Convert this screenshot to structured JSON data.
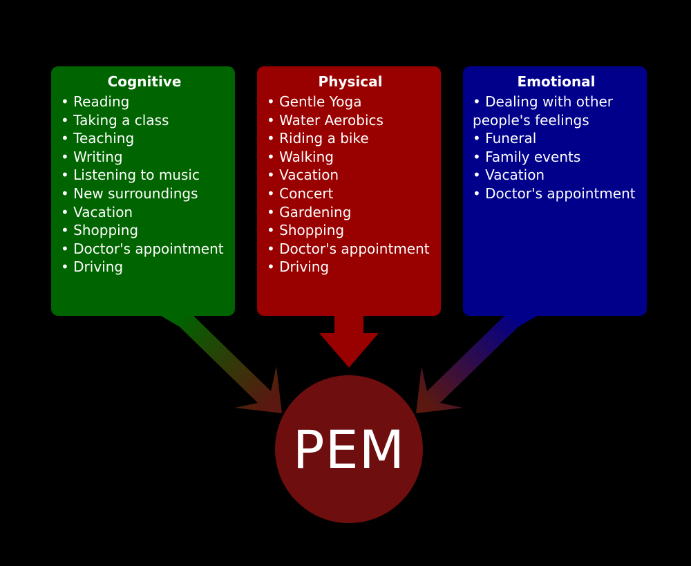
{
  "colors": {
    "background": "#000000",
    "cognitive": "#006400",
    "physical": "#990000",
    "emotional": "#00008b",
    "pem": "#6e0e0e",
    "arrow_end": "#5a1810"
  },
  "boxes": [
    {
      "title": "Cognitive",
      "items": [
        "Reading",
        "Taking a class",
        "Teaching",
        "Writing",
        "Listening to music",
        "New surroundings",
        "Vacation",
        "Shopping",
        "Doctor's appointment",
        "Driving"
      ]
    },
    {
      "title": "Physical",
      "items": [
        "Gentle Yoga",
        "Water Aerobics",
        "Riding a bike",
        "Walking",
        "Vacation",
        "Concert",
        "Gardening",
        "Shopping",
        "Doctor's appointment",
        "Driving"
      ]
    },
    {
      "title": "Emotional",
      "items": [
        "Dealing with other people's feelings",
        "Funeral",
        "Family events",
        "Vacation",
        "Doctor's appointment"
      ]
    }
  ],
  "center": {
    "label": "PEM"
  }
}
